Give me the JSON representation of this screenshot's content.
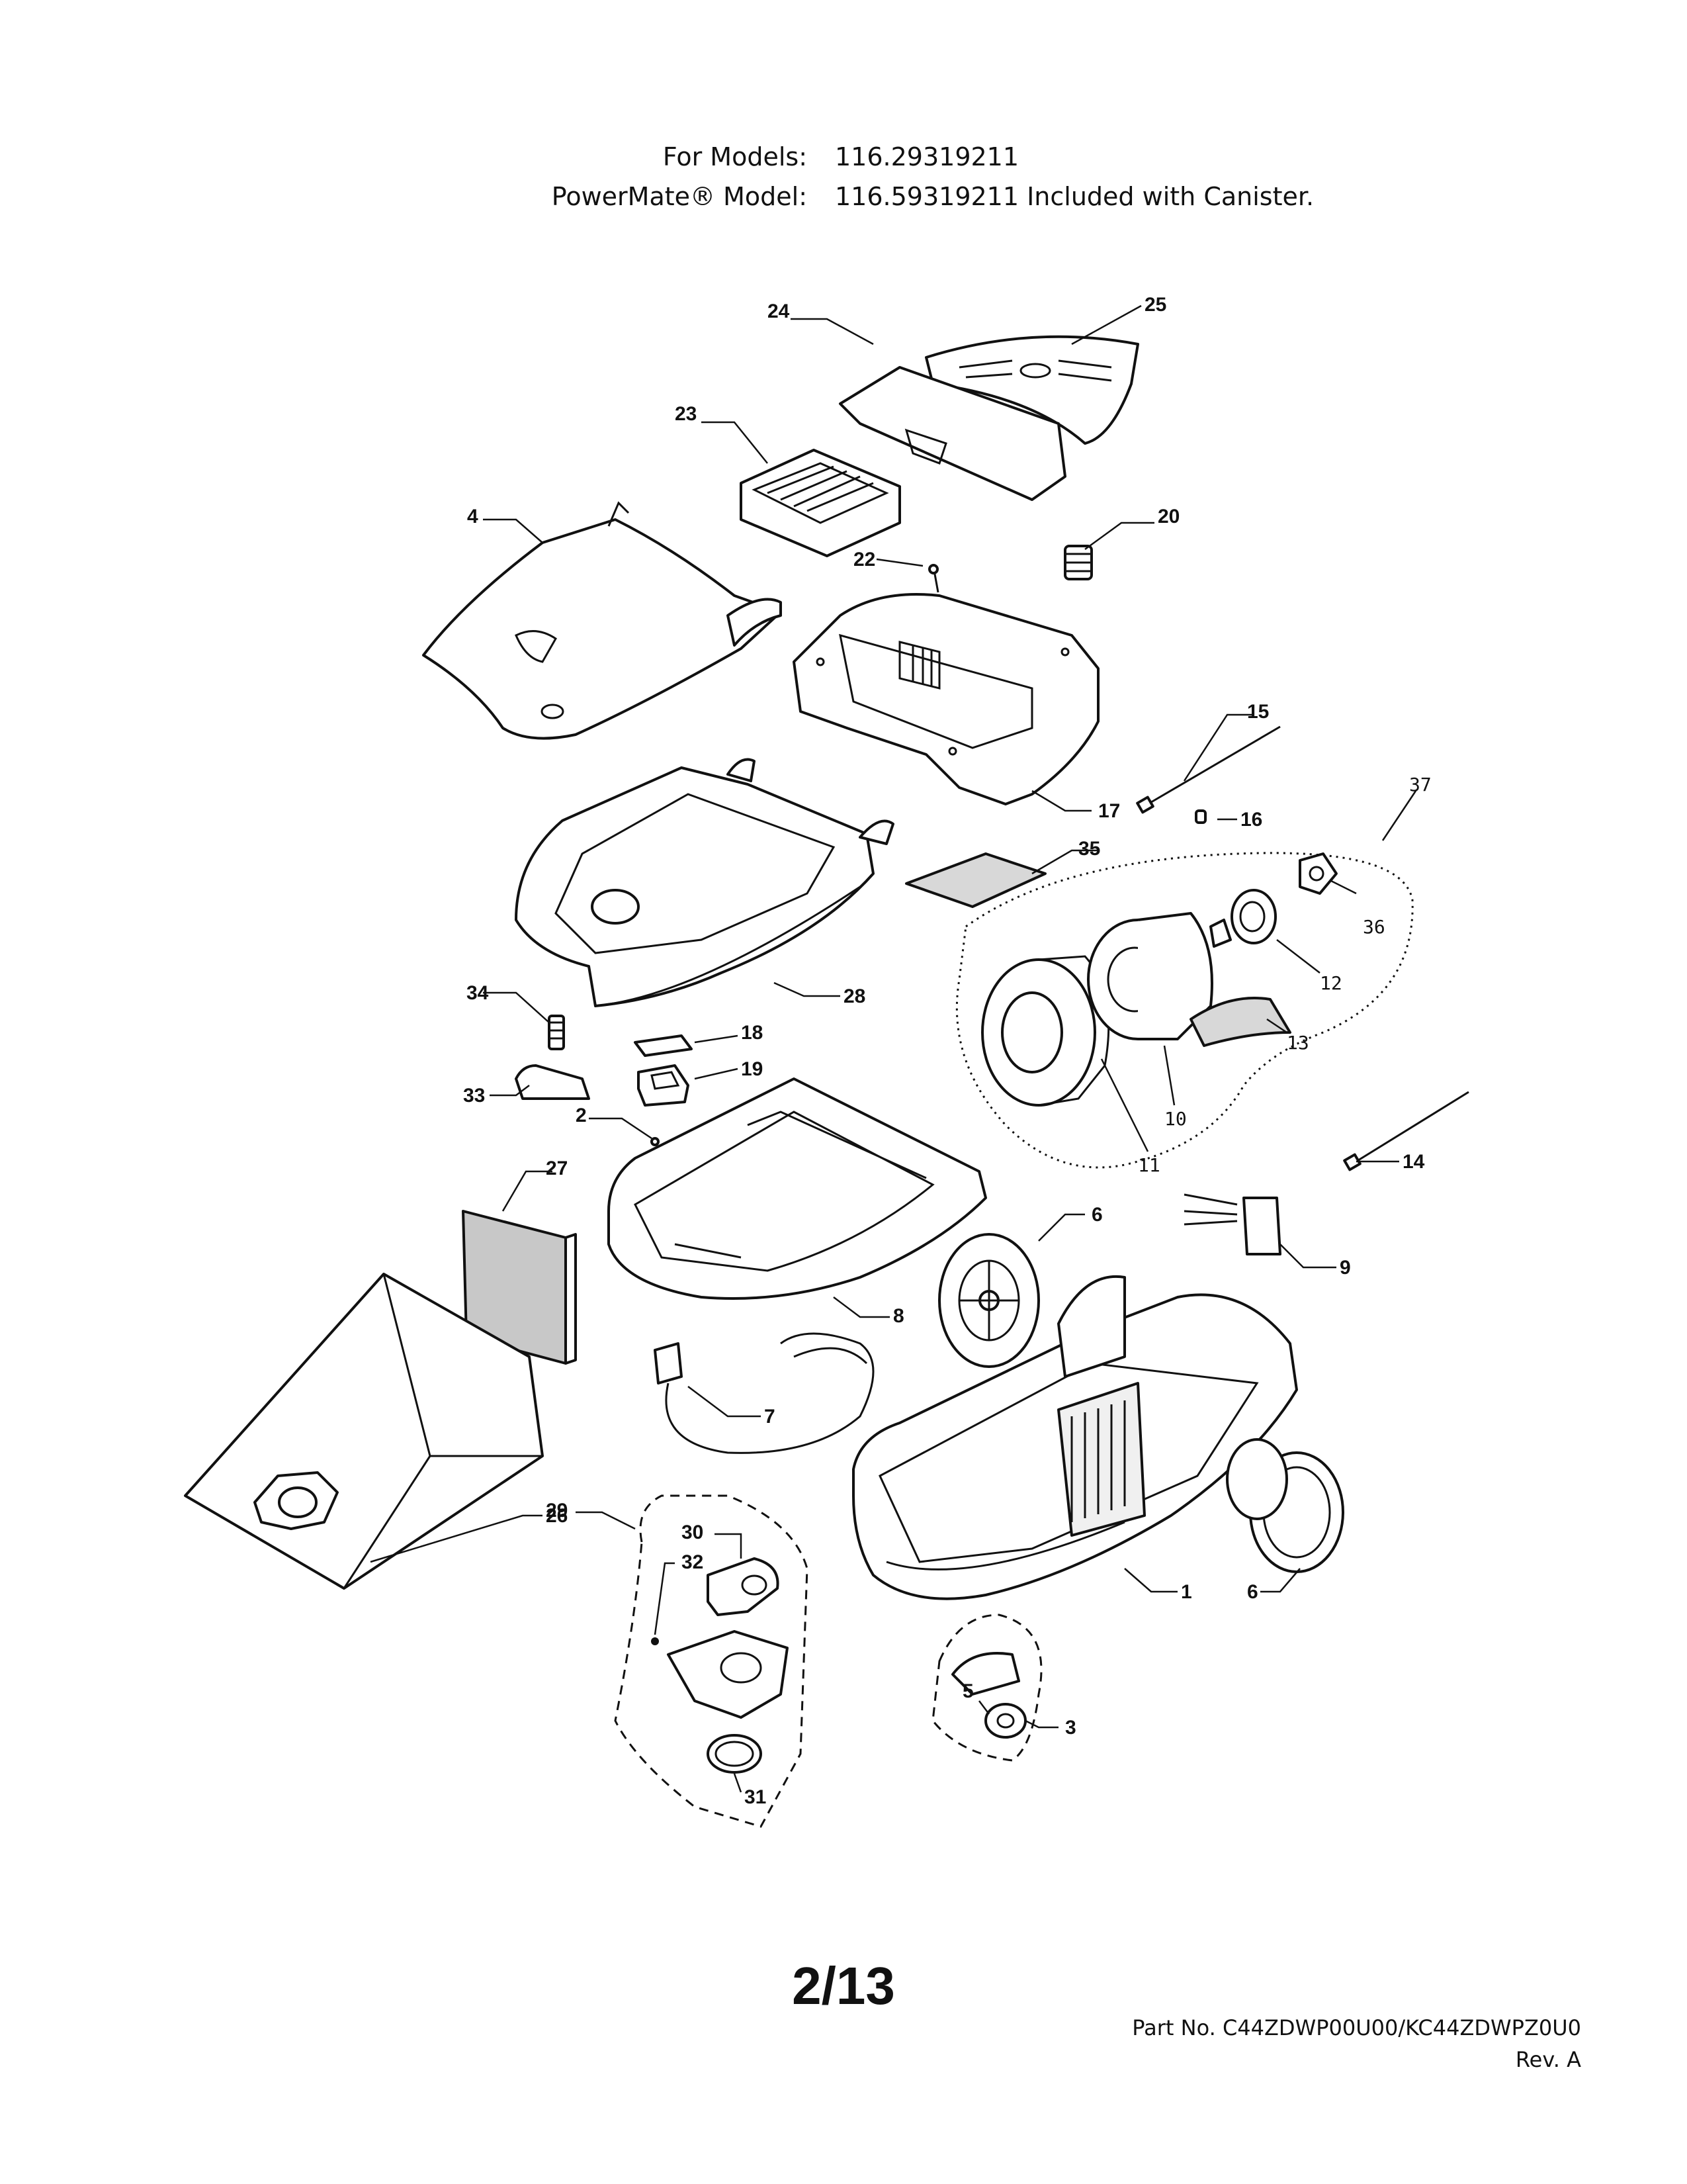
{
  "header": {
    "models_label": "For Models:",
    "models_value": "116.29319211",
    "powermate_label": "PowerMate® Model:",
    "powermate_value": "116.59319211 Included with Canister."
  },
  "parts": {
    "p1": "1",
    "p2": "2",
    "p3": "3",
    "p4": "4",
    "p5": "5",
    "p6a": "6",
    "p6b": "6",
    "p7": "7",
    "p8": "8",
    "p9": "9",
    "p10": "10",
    "p11": "11",
    "p12": "12",
    "p13": "13",
    "p14": "14",
    "p15": "15",
    "p16": "16",
    "p17": "17",
    "p18": "18",
    "p19": "19",
    "p20": "20",
    "p22": "22",
    "p23": "23",
    "p24": "24",
    "p25": "25",
    "p26": "26",
    "p27": "27",
    "p28": "28",
    "p29": "29",
    "p30": "30",
    "p31": "31",
    "p32": "32",
    "p33": "33",
    "p34": "34",
    "p35": "35",
    "p36": "36",
    "p37": "37"
  },
  "page_number": "2/13",
  "footer": {
    "part_no": "Part No. C44ZDWP00U00/KC44ZDWPZ0U0",
    "rev": "Rev. A"
  }
}
